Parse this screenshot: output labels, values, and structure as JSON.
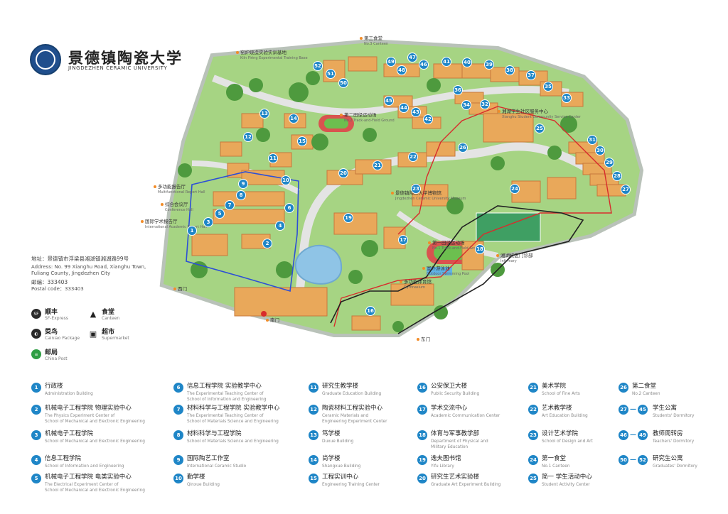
{
  "header": {
    "university_cn": "景德镇陶瓷大学",
    "university_en": "JINGDEZHEN CERAMIC UNIVERSITY"
  },
  "address": {
    "cn_line1": "地址：景德镇市浮梁县湘湖镇湘湖路99号",
    "en_line1": "Address: No. 99 Xianghu Road, Xianghu Town,",
    "en_line2": "Fuliang County, Jingdezhen City",
    "postal_cn": "邮编：333403",
    "postal_en": "Postal code：333403"
  },
  "legend": [
    {
      "icon": "sf-express-icon",
      "symbol": "SF",
      "cn": "顺丰",
      "en": "SF-Express"
    },
    {
      "icon": "canteen-icon",
      "symbol": "▲",
      "cn": "食堂",
      "en": "Canteen"
    },
    {
      "icon": "cainiao-icon",
      "symbol": "◐",
      "cn": "菜鸟",
      "en": "Cainiao Package"
    },
    {
      "icon": "supermarket-icon",
      "symbol": "▣",
      "cn": "超市",
      "en": "Supermarket"
    },
    {
      "icon": "china-post-icon",
      "symbol": "≡",
      "cn": "邮局",
      "en": "China Post"
    }
  ],
  "map": {
    "labels": {
      "canteen3_cn": "第三食堂",
      "canteen3_en": "No.3 Canteen",
      "kiln_cn": "窑炉烧造实验实训基地",
      "kiln_en": "Kiln Firing Experimental Training Base",
      "track2_cn": "第二田径运动场",
      "track2_en": "No.2 Track-and-Field Ground",
      "activity_cn": "湘湖学生社区服务中心",
      "activity_en": "Xianghu Student Community Service Center",
      "report_cn": "多功能报告厅",
      "report_en": "Multifunctional Report Hall",
      "conf_cn": "综合会议厅",
      "conf_en": "Conference Hall",
      "intl_cn": "国际学术报告厅",
      "intl_en": "International Academic Report Hall",
      "museum_cn": "景德镇陶瓷大学博物馆",
      "museum_en": "Jingdezhen Ceramic University Museum",
      "track1_cn": "第一田径运动场",
      "track1_en": "No.1 Track-and-Field Ground",
      "clinic_cn": "湘湖校区门诊部",
      "clinic_en": "Infirmary",
      "pool_cn": "室外游泳池",
      "pool_en": "Outdoor Swimming Pool",
      "gym_cn": "多功能体育馆",
      "gym_en": "Gymnasium",
      "west_gate": "西门",
      "south_gate": "南门",
      "east_gate": "东门"
    },
    "markers": [
      "1",
      "2",
      "3",
      "4",
      "5",
      "6",
      "7",
      "8",
      "9",
      "10",
      "11",
      "12",
      "13",
      "14",
      "15",
      "16",
      "17",
      "18",
      "19",
      "20",
      "21",
      "22",
      "23",
      "24",
      "25",
      "26",
      "27",
      "28",
      "29",
      "30",
      "31",
      "32",
      "33",
      "34",
      "35",
      "36",
      "37",
      "38",
      "39",
      "40",
      "41",
      "42",
      "43",
      "44",
      "45",
      "46",
      "47",
      "48",
      "49",
      "50",
      "51",
      "52"
    ]
  },
  "directory": [
    {
      "num": "1",
      "cn": "行政楼",
      "en": "Administration Building"
    },
    {
      "num": "2",
      "cn": "机械电子工程学院  物理实验中心",
      "en": "The Physics Experiment Center of|School of Mechanical and Electronic Engineering"
    },
    {
      "num": "3",
      "cn": "机械电子工程学院",
      "en": "School of Mechanical and Electronic Engineering"
    },
    {
      "num": "4",
      "cn": "信息工程学院",
      "en": "School of Information and Engineering"
    },
    {
      "num": "5",
      "cn": "机械电子工程学院  电类实验中心",
      "en": "The Electrical Experiment Center of|School of Mechanical and Electronic Engineering"
    },
    {
      "num": "6",
      "cn": "信息工程学院  实验教学中心",
      "en": "The Experimental Teaching Center of|School of Information and Engineering"
    },
    {
      "num": "7",
      "cn": "材料科学与工程学院  实验教学中心",
      "en": "The Experimental Teaching Center of|School of Materials Science and Engineering"
    },
    {
      "num": "8",
      "cn": "材料科学与工程学院",
      "en": "School of Materials Science and Engineering"
    },
    {
      "num": "9",
      "cn": "国际陶艺工作室",
      "en": "International Ceramic Studio"
    },
    {
      "num": "10",
      "cn": "勤学楼",
      "en": "Qinxue Building"
    },
    {
      "num": "11",
      "cn": "研究生教学楼",
      "en": "Graduate Education Building"
    },
    {
      "num": "12",
      "cn": "陶瓷材料工程实验中心",
      "en": "Ceramic Materials and|Engineering Experiment Center"
    },
    {
      "num": "13",
      "cn": "笃学楼",
      "en": "Duxue Building"
    },
    {
      "num": "14",
      "cn": "尚学楼",
      "en": "Shangxue Building"
    },
    {
      "num": "15",
      "cn": "工程实训中心",
      "en": "Engineering Training Center"
    },
    {
      "num": "16",
      "cn": "公安保卫大楼",
      "en": "Public Security Building"
    },
    {
      "num": "17",
      "cn": "学术交流中心",
      "en": "Academic Communication Center"
    },
    {
      "num": "18",
      "cn": "体育与军事教学部",
      "en": "Department of Physical and|Military Education"
    },
    {
      "num": "19",
      "cn": "逸夫图书馆",
      "en": "Yifu Library"
    },
    {
      "num": "20",
      "cn": "研究生艺术实验楼",
      "en": "Graduate Art Experiment Building"
    },
    {
      "num": "21",
      "cn": "美术学院",
      "en": "School of Fine Arts"
    },
    {
      "num": "22",
      "cn": "艺术教学楼",
      "en": "Art Education Building"
    },
    {
      "num": "23",
      "cn": "设计艺术学院",
      "en": "School of Design and Art"
    },
    {
      "num": "24",
      "cn": "第一食堂",
      "en": "No.1 Canteen"
    },
    {
      "num": "25",
      "cn": "简一  学生活动中心",
      "en": "Student Activity Center"
    },
    {
      "num": "26",
      "cn": "第二食堂",
      "en": "No.2 Canteen"
    },
    {
      "num": "27",
      "num2": "45",
      "cn": "学生公寓",
      "en": "Students' Dormitory"
    },
    {
      "num": "46",
      "num2": "49",
      "cn": "教师周转房",
      "en": "Teachers' Dormitory"
    },
    {
      "num": "50",
      "num2": "52",
      "cn": "研究生公寓",
      "en": "Graduates' Dormitory"
    }
  ],
  "colors": {
    "marker": "#1f86c7",
    "building": "#e9a85a",
    "roof": "#d9834a",
    "grass": "#9fcf7a",
    "tree": "#4e9a3e",
    "road": "#d8d8d8",
    "water": "#8fc4e6",
    "route_red": "#d82c2c",
    "route_blue": "#2d4fd6",
    "route_black": "#222222"
  }
}
